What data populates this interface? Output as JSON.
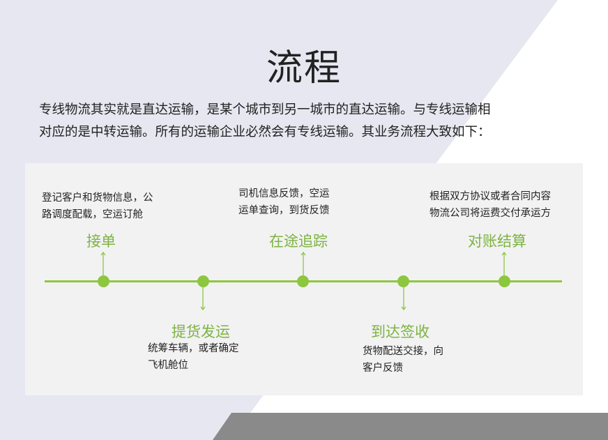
{
  "header": {
    "title": "流程",
    "intro_line1": "专线物流其实就是直达运输，是某个城市到另一城市的直达运输。与专线运输相",
    "intro_line2": "对应的是中转运输。所有的运输企业必然会有专线运输。其业务流程大致如下："
  },
  "steps": [
    {
      "title": "接单",
      "desc_line1": "登记客户和货物信息，公",
      "desc_line2": "路调度配载，空运订舱"
    },
    {
      "title": "提货发运",
      "desc_line1": "统筹车辆，或者确定",
      "desc_line2": "飞机舱位"
    },
    {
      "title": "在途追踪",
      "desc_line1": "司机信息反馈，空运",
      "desc_line2": "运单查询，到货反馈"
    },
    {
      "title": "到达签收",
      "desc_line1": "货物配送交接，向",
      "desc_line2": "客户反馈"
    },
    {
      "title": "对账结算",
      "desc_line1": "根据双方协议或者合同内容",
      "desc_line2": "物流公司将运费交付承运方"
    }
  ],
  "colors": {
    "accent": "#8dc63f",
    "accent_text": "#7cb342",
    "panel": "#f2f2f2",
    "bg_shape": "#e6e7f0",
    "bottom_band": "#8a8a8a"
  }
}
